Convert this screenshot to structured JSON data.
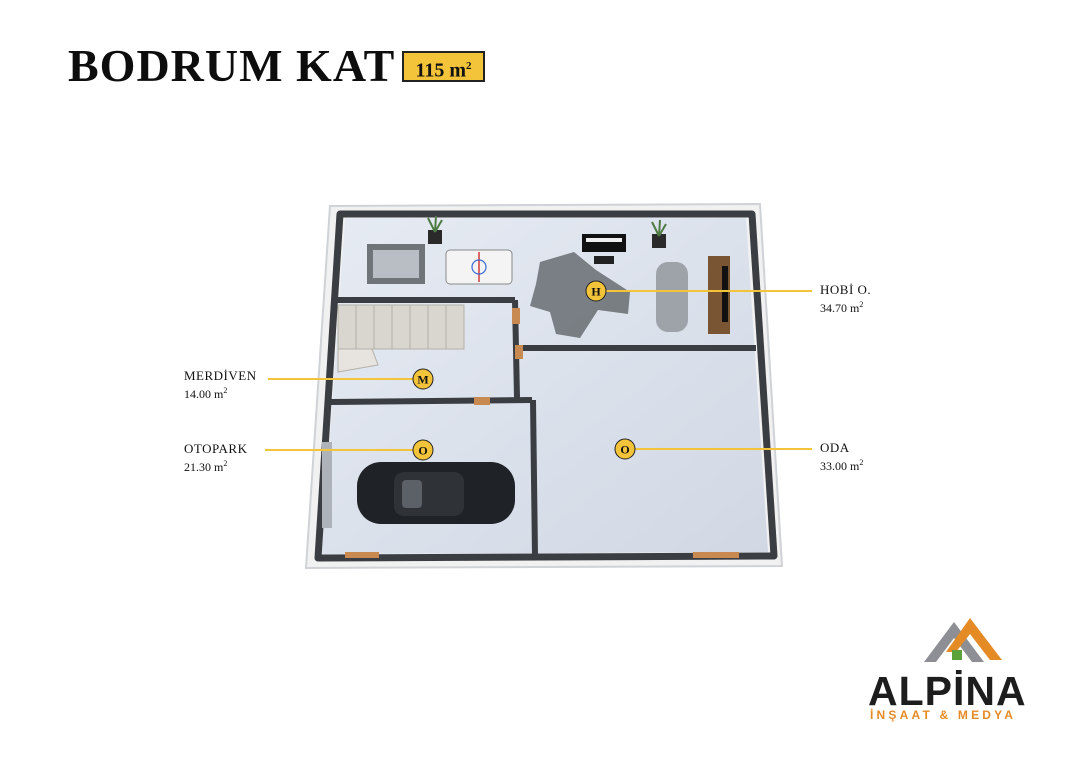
{
  "header": {
    "title": "BODRUM KAT",
    "area_value": "115 m",
    "area_sup": "2"
  },
  "rooms": [
    {
      "marker": "H",
      "name": "HOBİ O.",
      "area": "34.70 m",
      "sup": "2"
    },
    {
      "marker": "M",
      "name": "MERDİVEN",
      "area": "14.00 m",
      "sup": "2"
    },
    {
      "marker": "O",
      "name": "OTOPARK",
      "area": "21.30 m",
      "sup": "2"
    },
    {
      "marker": "O",
      "name": "ODA",
      "area": "33.00 m",
      "sup": "2"
    }
  ],
  "brand": {
    "name": "ALPİNA",
    "subtitle": "İNŞAAT & MEDYA"
  },
  "colors": {
    "accent": "#f3c33a",
    "walls": "#3a3d42",
    "floor": "#dde3ec",
    "brand_orange": "#e48b26",
    "brand_gray": "#8d8f94",
    "brand_green": "#5ba23a"
  }
}
